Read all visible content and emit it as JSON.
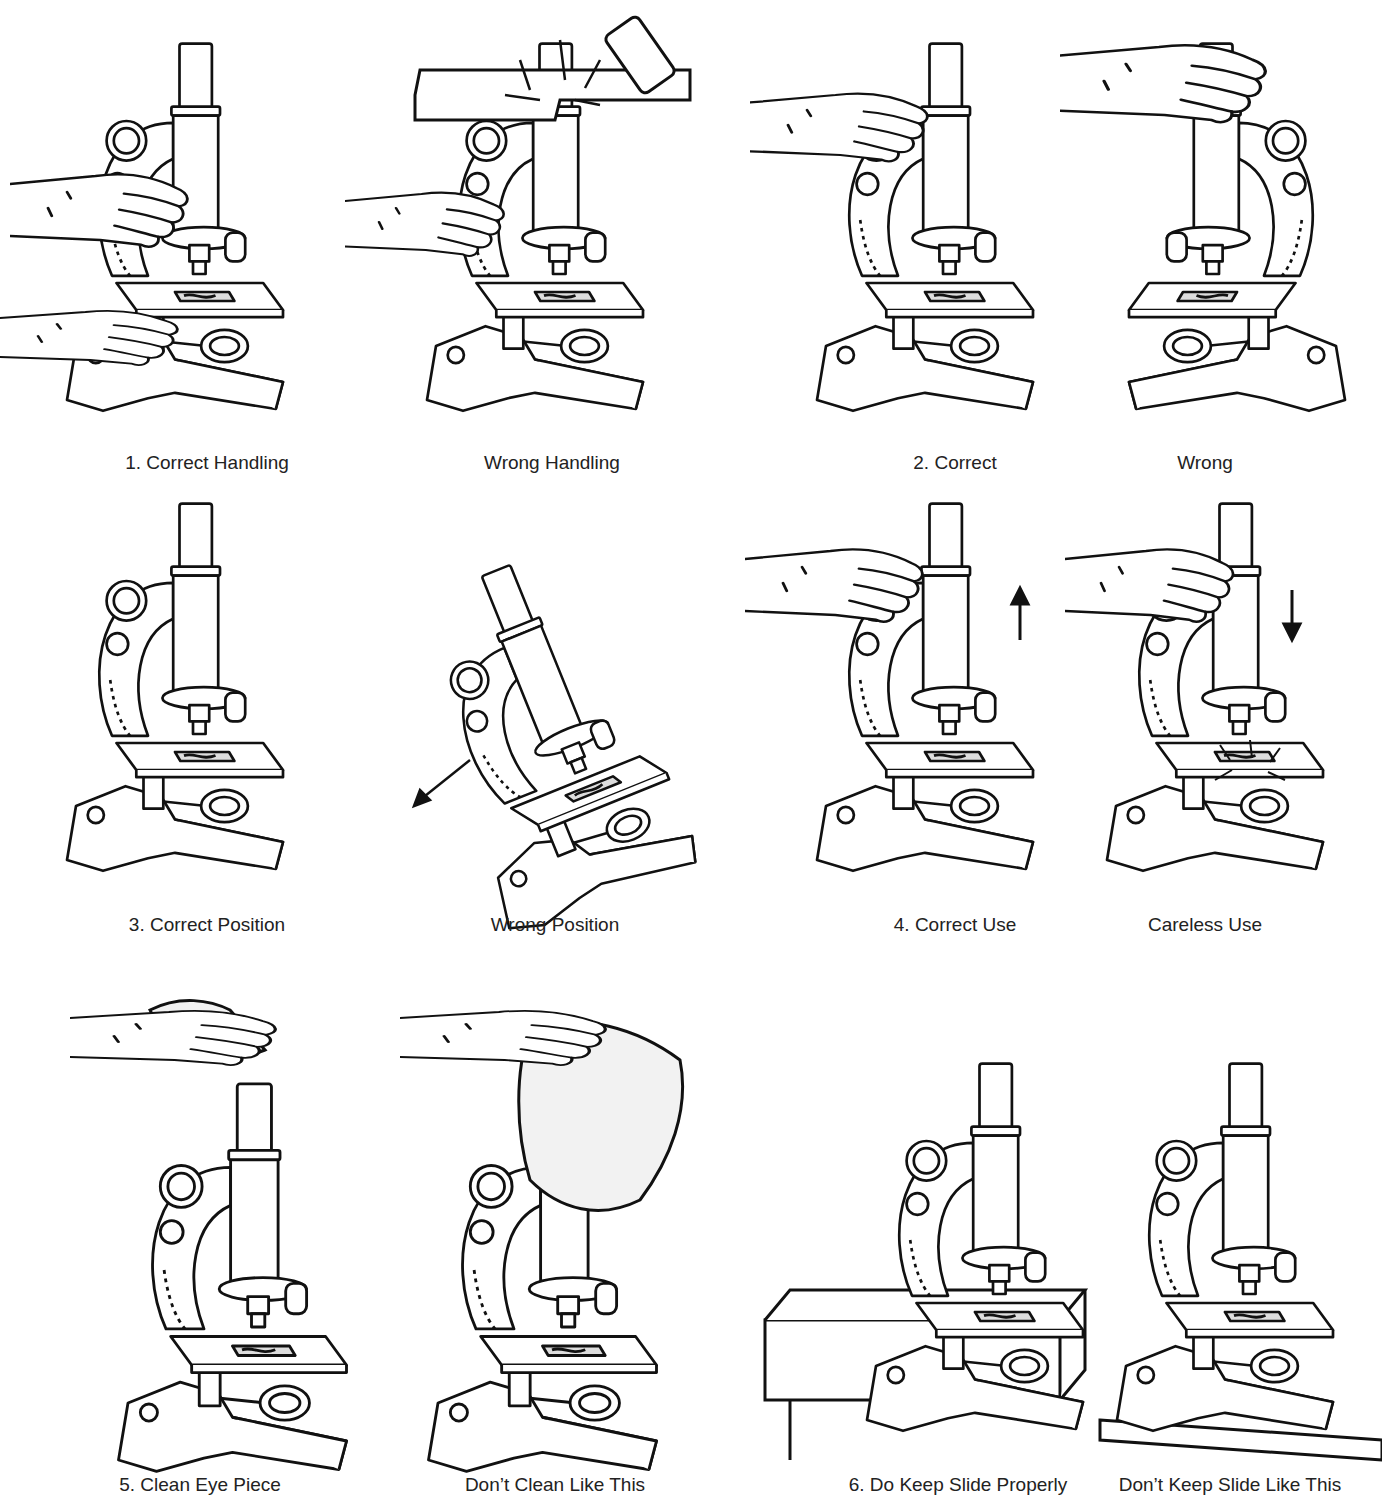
{
  "diagram": {
    "labels": [
      "1. Correct Handling",
      "Wrong Handling",
      "2. Correct",
      "Wrong",
      "3. Correct Position",
      "Wrong Position",
      "4. Correct Use",
      "Careless Use",
      "5. Clean Eye Piece",
      "Don’t Clean Like This",
      "6. Do Keep Slide Properly",
      "Don’t Keep Slide Like This"
    ]
  }
}
